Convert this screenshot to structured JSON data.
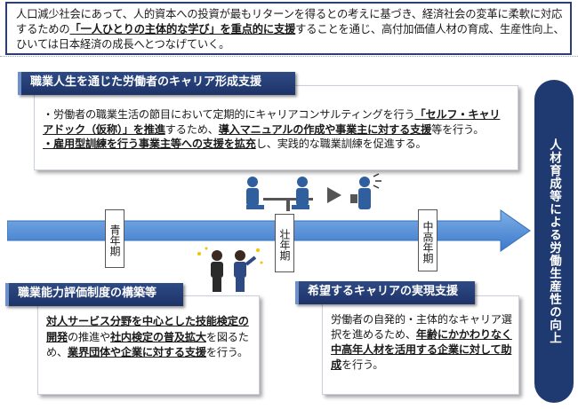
{
  "intro": {
    "part1": "人口減少社会にあって、人的資本への投資が最もリターンを得るとの考えに基づき、経済社会の変革に柔軟に対応するための",
    "bold1": "「一人ひとりの主体的な学び」を重点的に支援",
    "part2": "することを通じ、高付加価値人材の育成、生産性向上、ひいては日本経済の成長へとつなげていく。"
  },
  "career": {
    "title": "職業人生を通じた労働者のキャリア形成支援",
    "b1_pre": "・労働者の職業生活の節目において定期的にキャリアコンサルティングを行う",
    "b1_bold1": "「セルフ・キャリアドック（仮称）」を推進",
    "b1_mid": "するため、",
    "b1_bold2": "導入マニュアルの作成や事業主に対する支援",
    "b1_post": "等を行う。",
    "b2_bold": "・雇用型訓練を行う事業主等への支援を拡充",
    "b2_post": "し、実践的な職業訓練を促進する。"
  },
  "stages": [
    "青年期",
    "壮年期",
    "中高年期"
  ],
  "evaluation": {
    "title": "職業能力評価制度の構築等",
    "bold1": "対人サービス分野を中心とした技能検定の開発",
    "t1": "の推進や",
    "bold2": "社内検定の普及拡大",
    "t2": "を図るため、",
    "bold3": "業界団体や企業に対する支援",
    "t3": "を行う。"
  },
  "hope": {
    "title": "希望するキャリアの実現支援",
    "t1": "労働者の自発的・主体的なキャリア選択を進めるため、",
    "bold1": "年齢にかかわりなく中高年人材を活用する企業に対して助成",
    "t2": "を行う。"
  },
  "outcome": "人材育成等による労働生産性の向上",
  "colors": {
    "navy": "#1f3a70",
    "arrow": "#3b79cc",
    "arrow_light": "#7fb0e6"
  }
}
